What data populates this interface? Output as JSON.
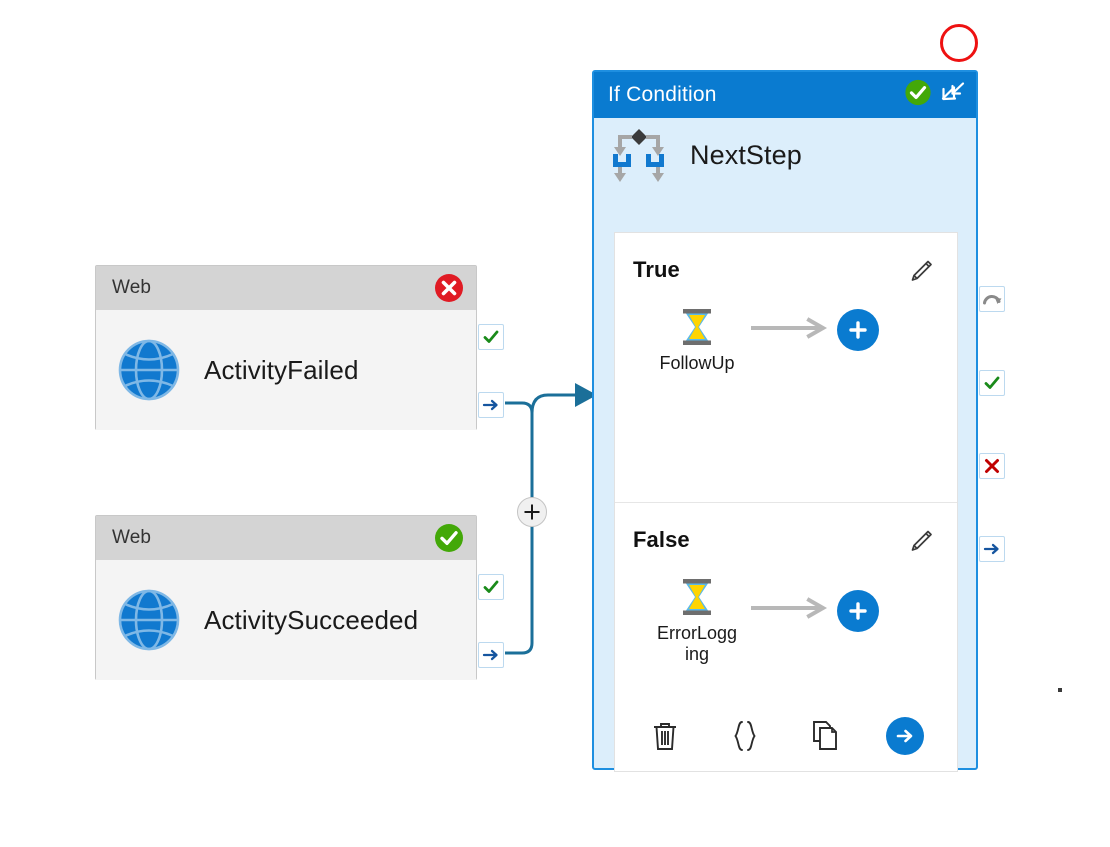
{
  "canvas": {
    "background": "#ffffff",
    "accent_blue": "#0a7bd0",
    "panel_fill": "#dceefb",
    "panel_border": "#1e8fe0",
    "connector_color": "#1b6f99"
  },
  "activities": [
    {
      "header_label": "Web",
      "name": "ActivityFailed",
      "status_icon": "error-x-circle-icon",
      "status_color": "#e01b24",
      "type_icon": "globe-icon",
      "handles": [
        {
          "icon": "green-check-icon",
          "name": "handle-success"
        },
        {
          "icon": "blue-arrow-icon",
          "name": "handle-completion"
        }
      ]
    },
    {
      "header_label": "Web",
      "name": "ActivitySucceeded",
      "status_icon": "success-check-circle-icon",
      "status_color": "#43a808",
      "type_icon": "globe-icon",
      "handles": [
        {
          "icon": "green-check-icon",
          "name": "handle-success"
        },
        {
          "icon": "blue-arrow-icon",
          "name": "handle-completion"
        }
      ]
    }
  ],
  "if_condition": {
    "title": "If Condition",
    "status_icon": "success-check-circle-icon",
    "status_color": "#43a808",
    "collapse_icon": "collapse-diagonal-arrows-icon",
    "subheader_label": "NextStep",
    "subheader_icon": "branch-decision-icon",
    "branches": [
      {
        "title": "True",
        "edit_icon": "pencil-edit-icon",
        "step_label": "FollowUp",
        "step_icon": "hourglass-icon",
        "flow_arrow_icon": "arrow-right-icon",
        "add_label": "+",
        "add_icon": "plus-icon"
      },
      {
        "title": "False",
        "edit_icon": "pencil-edit-icon",
        "step_label": "ErrorLogging",
        "step_icon": "hourglass-icon",
        "flow_arrow_icon": "arrow-right-icon",
        "add_label": "+",
        "add_icon": "plus-icon"
      }
    ],
    "toolbar": [
      {
        "name": "delete-button",
        "icon": "trash-icon"
      },
      {
        "name": "code-view-button",
        "icon": "curly-braces-icon"
      },
      {
        "name": "duplicate-button",
        "icon": "copy-pages-icon"
      },
      {
        "name": "run-next-button",
        "icon": "arrow-right-circle-icon"
      }
    ],
    "handles": [
      {
        "icon": "skipped-rotate-arrow-icon",
        "name": "handle-skipped"
      },
      {
        "icon": "green-check-icon",
        "name": "handle-success"
      },
      {
        "icon": "red-x-icon",
        "name": "handle-failure"
      },
      {
        "icon": "blue-arrow-icon",
        "name": "handle-completion"
      }
    ]
  },
  "connector_plus": {
    "label": "+",
    "icon": "plus-icon"
  },
  "marker": {
    "name": "red-circle-marker",
    "color": "#ee1111"
  }
}
